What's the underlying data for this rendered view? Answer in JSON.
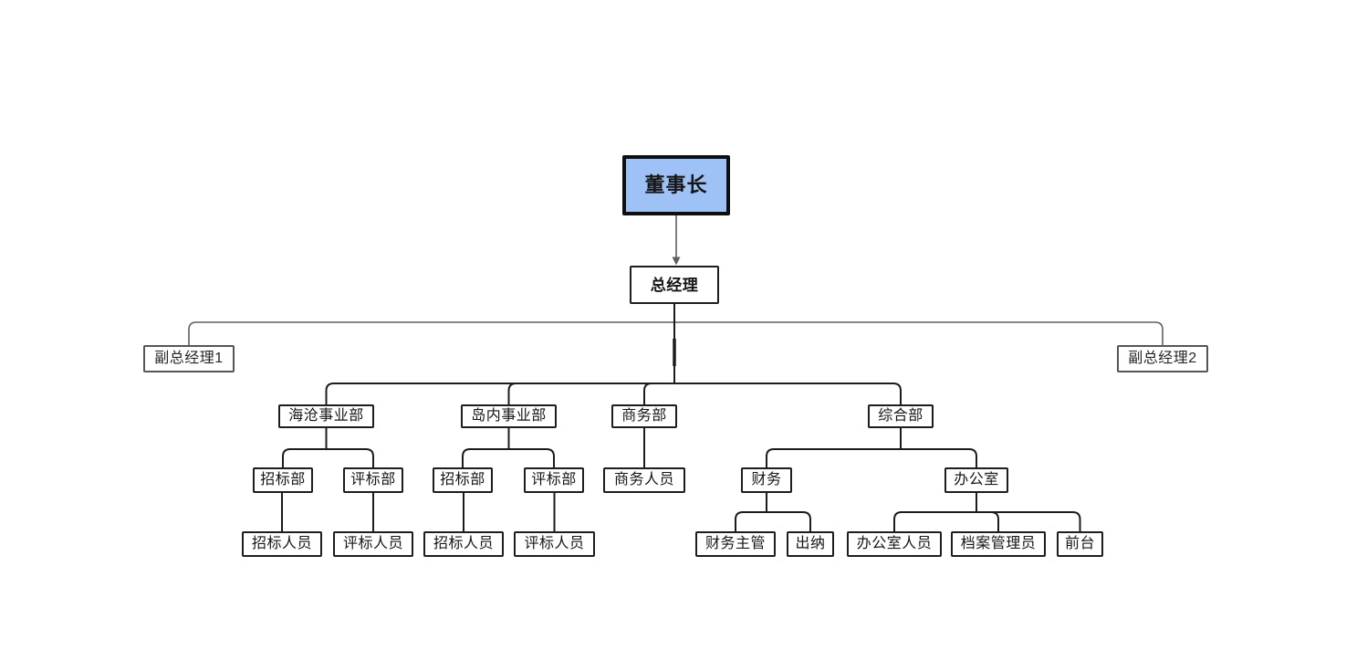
{
  "diagram": {
    "type": "org-chart",
    "background": "#ffffff"
  },
  "colors": {
    "root_fill": "#9ec2f6",
    "root_border": "#0f0f0f",
    "node_fill": "#ffffff",
    "node_border": "#1d1d1d",
    "vgm_border": "#565656",
    "line_dark": "#1c1c1c",
    "line_gray": "#5f5f5f"
  },
  "nodes": [
    {
      "id": "chairman",
      "label": "董事长",
      "level": 0
    },
    {
      "id": "gm",
      "label": "总经理",
      "level": 1
    },
    {
      "id": "vgm1",
      "label": "副总经理1",
      "level": 2
    },
    {
      "id": "vgm2",
      "label": "副总经理2",
      "level": 2
    },
    {
      "id": "haicang",
      "label": "海沧事业部",
      "level": 3
    },
    {
      "id": "daonei",
      "label": "岛内事业部",
      "level": 3
    },
    {
      "id": "shangwu",
      "label": "商务部",
      "level": 3
    },
    {
      "id": "zonghe",
      "label": "综合部",
      "level": 3
    },
    {
      "id": "zb1",
      "label": "招标部",
      "level": 4
    },
    {
      "id": "pb1",
      "label": "评标部",
      "level": 4
    },
    {
      "id": "zb2",
      "label": "招标部",
      "level": 4
    },
    {
      "id": "pb2",
      "label": "评标部",
      "level": 4
    },
    {
      "id": "swry",
      "label": "商务人员",
      "level": 4
    },
    {
      "id": "caiwu",
      "label": "财务",
      "level": 4
    },
    {
      "id": "bgs",
      "label": "办公室",
      "level": 4
    },
    {
      "id": "zbry1",
      "label": "招标人员",
      "level": 5
    },
    {
      "id": "pbry1",
      "label": "评标人员",
      "level": 5
    },
    {
      "id": "zbry2",
      "label": "招标人员",
      "level": 5
    },
    {
      "id": "pbry2",
      "label": "评标人员",
      "level": 5
    },
    {
      "id": "cwzg",
      "label": "财务主管",
      "level": 5
    },
    {
      "id": "chuna",
      "label": "出纳",
      "level": 5
    },
    {
      "id": "bgsry",
      "label": "办公室人员",
      "level": 5
    },
    {
      "id": "dagly",
      "label": "档案管理员",
      "level": 5
    },
    {
      "id": "qiantai",
      "label": "前台",
      "level": 5
    }
  ],
  "edges": [
    {
      "from": "chairman",
      "to": "gm",
      "connector": "arrow"
    },
    {
      "from": "gm",
      "to": "vgm1",
      "connector": "elbow"
    },
    {
      "from": "gm",
      "to": "vgm2",
      "connector": "elbow"
    },
    {
      "from": "gm",
      "to": "haicang",
      "connector": "elbow"
    },
    {
      "from": "gm",
      "to": "daonei",
      "connector": "elbow"
    },
    {
      "from": "gm",
      "to": "shangwu",
      "connector": "elbow"
    },
    {
      "from": "gm",
      "to": "zonghe",
      "connector": "elbow"
    },
    {
      "from": "haicang",
      "to": "zb1",
      "connector": "elbow"
    },
    {
      "from": "haicang",
      "to": "pb1",
      "connector": "elbow"
    },
    {
      "from": "daonei",
      "to": "zb2",
      "connector": "elbow"
    },
    {
      "from": "daonei",
      "to": "pb2",
      "connector": "elbow"
    },
    {
      "from": "shangwu",
      "to": "swry",
      "connector": "straight"
    },
    {
      "from": "zonghe",
      "to": "caiwu",
      "connector": "elbow"
    },
    {
      "from": "zonghe",
      "to": "bgs",
      "connector": "elbow"
    },
    {
      "from": "zb1",
      "to": "zbry1",
      "connector": "straight"
    },
    {
      "from": "pb1",
      "to": "pbry1",
      "connector": "straight"
    },
    {
      "from": "zb2",
      "to": "zbry2",
      "connector": "straight"
    },
    {
      "from": "pb2",
      "to": "pbry2",
      "connector": "straight"
    },
    {
      "from": "caiwu",
      "to": "cwzg",
      "connector": "elbow"
    },
    {
      "from": "caiwu",
      "to": "chuna",
      "connector": "elbow"
    },
    {
      "from": "bgs",
      "to": "bgsry",
      "connector": "elbow"
    },
    {
      "from": "bgs",
      "to": "dagly",
      "connector": "elbow"
    },
    {
      "from": "bgs",
      "to": "qiantai",
      "connector": "elbow"
    }
  ]
}
